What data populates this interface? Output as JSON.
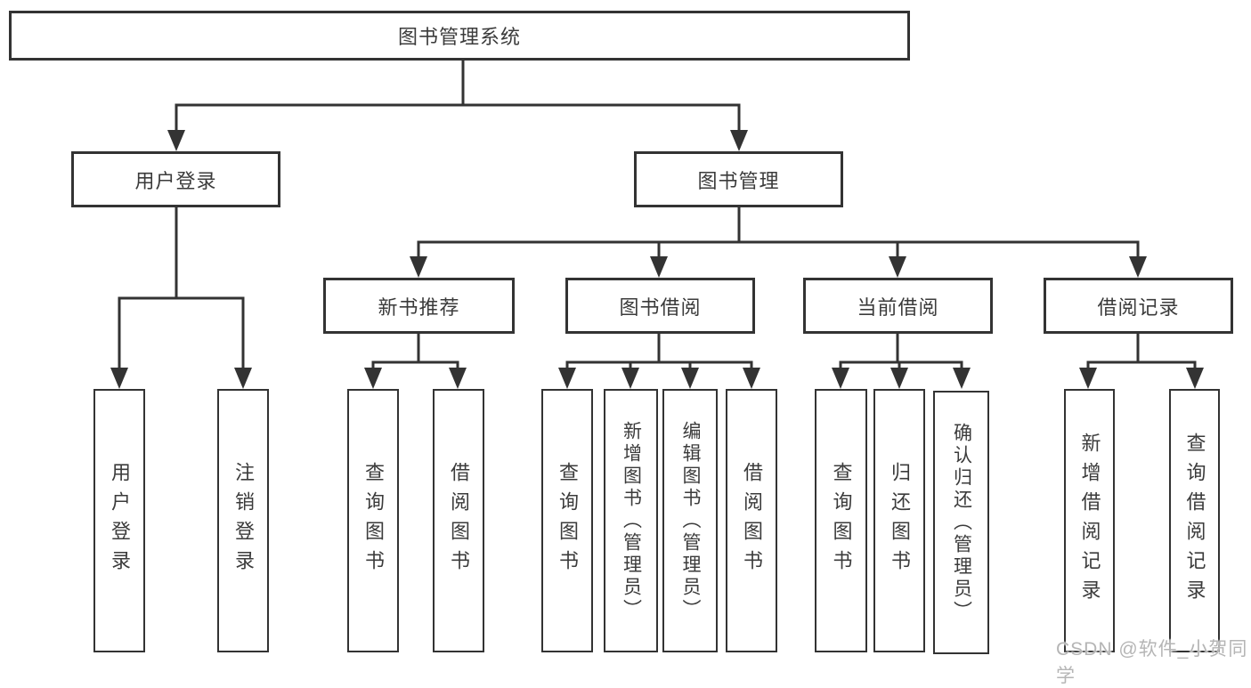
{
  "diagram": {
    "root": {
      "label": "图书管理系统"
    },
    "level2": [
      {
        "label": "用户登录"
      },
      {
        "label": "图书管理"
      }
    ],
    "level3": [
      {
        "label": "新书推荐"
      },
      {
        "label": "图书借阅"
      },
      {
        "label": "当前借阅"
      },
      {
        "label": "借阅记录"
      }
    ],
    "leaves": {
      "user_login": [
        {
          "label": "用户登录"
        },
        {
          "label": "注销登录"
        }
      ],
      "new_book": [
        {
          "label": "查询图书"
        },
        {
          "label": "借阅图书"
        }
      ],
      "book_borrow": [
        {
          "label": "查询图书"
        },
        {
          "label": "新增图书（管理员）"
        },
        {
          "label": "编辑图书（管理员）"
        },
        {
          "label": "借阅图书"
        }
      ],
      "current_borrow": [
        {
          "label": "查询图书"
        },
        {
          "label": "归还图书"
        },
        {
          "label": "确认归还（管理员）"
        }
      ],
      "borrow_record": [
        {
          "label": "新增借阅记录"
        },
        {
          "label": "查询借阅记录"
        }
      ]
    },
    "colors": {
      "line": "#333333",
      "box_border": "#333333",
      "text": "#3b3b3b",
      "background": "#ffffff",
      "watermark": "#b5b5b5"
    }
  },
  "watermark": {
    "text": "CSDN @软件_小贺同学"
  }
}
